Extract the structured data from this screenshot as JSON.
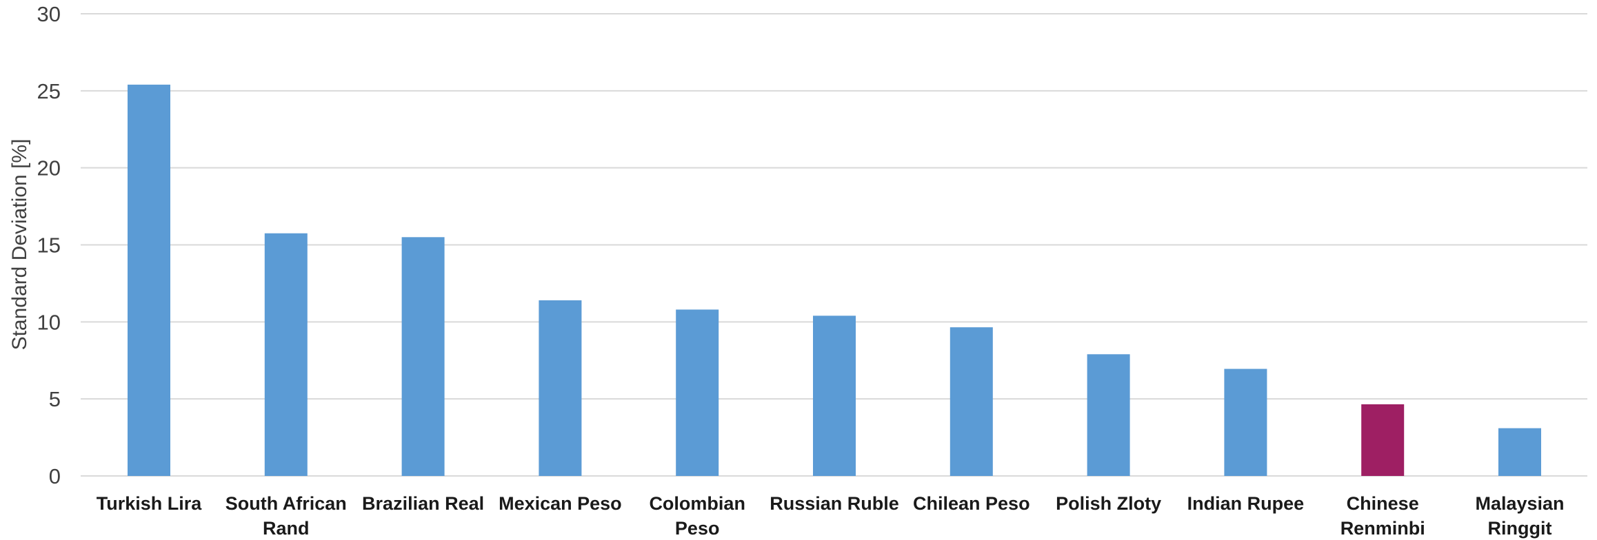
{
  "chart_data": {
    "type": "bar",
    "categories": [
      [
        "Turkish Lira"
      ],
      [
        "South African",
        "Rand"
      ],
      [
        "Brazilian Real"
      ],
      [
        "Mexican Peso"
      ],
      [
        "Colombian",
        "Peso"
      ],
      [
        "Russian Ruble"
      ],
      [
        "Chilean Peso"
      ],
      [
        "Polish Zloty"
      ],
      [
        "Indian Rupee"
      ],
      [
        "Chinese",
        "Renminbi"
      ],
      [
        "Malaysian",
        "Ringgit"
      ]
    ],
    "values": [
      25.4,
      15.75,
      15.5,
      11.4,
      10.8,
      10.4,
      9.65,
      7.9,
      6.95,
      4.65,
      3.1
    ],
    "bar_colors": [
      "#5b9bd5",
      "#5b9bd5",
      "#5b9bd5",
      "#5b9bd5",
      "#5b9bd5",
      "#5b9bd5",
      "#5b9bd5",
      "#5b9bd5",
      "#5b9bd5",
      "#9e1f63",
      "#5b9bd5"
    ],
    "title": "",
    "xlabel": "",
    "ylabel": "Standard Deviation [%]",
    "ylim": [
      0,
      30
    ],
    "yticks": [
      0,
      5,
      10,
      15,
      20,
      25,
      30
    ],
    "grid": true,
    "legend": "none"
  }
}
